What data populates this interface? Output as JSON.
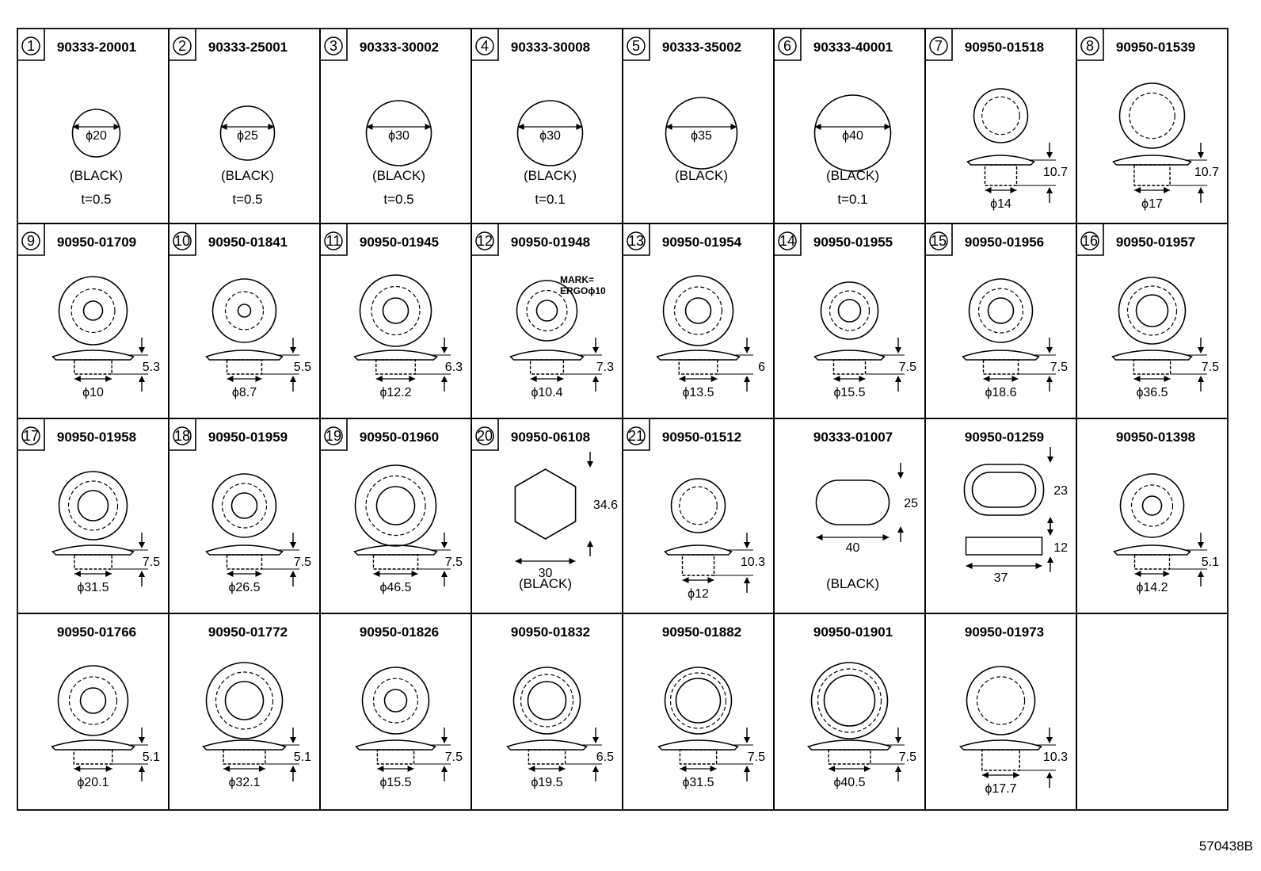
{
  "doc_code": "570438B",
  "cells": [
    {
      "index": "1",
      "part": "90333-20001",
      "shape": "disc",
      "r": 30,
      "dia": "ϕ20",
      "color": "(BLACK)",
      "thk": "t=0.5"
    },
    {
      "index": "2",
      "part": "90333-25001",
      "shape": "disc",
      "r": 34,
      "dia": "ϕ25",
      "color": "(BLACK)",
      "thk": "t=0.5"
    },
    {
      "index": "3",
      "part": "90333-30002",
      "shape": "disc",
      "r": 41,
      "dia": "ϕ30",
      "color": "(BLACK)",
      "thk": "t=0.5"
    },
    {
      "index": "4",
      "part": "90333-30008",
      "shape": "disc",
      "r": 41,
      "dia": "ϕ30",
      "color": "(BLACK)",
      "thk": "t=0.1"
    },
    {
      "index": "5",
      "part": "90333-35002",
      "shape": "disc",
      "r": 45,
      "dia": "ϕ35",
      "color": "(BLACK)",
      "thk": ""
    },
    {
      "index": "6",
      "part": "90333-40001",
      "shape": "disc",
      "r": 48,
      "dia": "ϕ40",
      "color": "(BLACK)",
      "thk": "t=0.1"
    },
    {
      "index": "7",
      "part": "90950-01518",
      "shape": "plug",
      "r": 34,
      "h": "10.7",
      "dia": "ϕ14"
    },
    {
      "index": "8",
      "part": "90950-01539",
      "shape": "plug",
      "r": 41,
      "h": "10.7",
      "dia": "ϕ17"
    },
    {
      "index": "9",
      "part": "90950-01709",
      "shape": "grommet",
      "r": 43,
      "inner": 12,
      "h": "5.3",
      "dia": "ϕ10"
    },
    {
      "index": "10",
      "part": "90950-01841",
      "shape": "grommet",
      "r": 40,
      "inner": 8,
      "h": "5.5",
      "dia": "ϕ8.7"
    },
    {
      "index": "11",
      "part": "90950-01945",
      "shape": "grommet",
      "r": 45,
      "inner": 16,
      "h": "6.3",
      "dia": "ϕ12.2"
    },
    {
      "index": "12",
      "part": "90950-01948",
      "shape": "grommet",
      "r": 38,
      "inner": 13,
      "h": "7.3",
      "dia": "ϕ10.4",
      "mark1": "MARK=",
      "mark2": "ERGOϕ10"
    },
    {
      "index": "13",
      "part": "90950-01954",
      "shape": "grommet",
      "r": 44,
      "inner": 16,
      "h": "6",
      "dia": "ϕ13.5"
    },
    {
      "index": "14",
      "part": "90950-01955",
      "shape": "grommet",
      "r": 36,
      "inner": 14,
      "h": "7.5",
      "dia": "ϕ15.5"
    },
    {
      "index": "15",
      "part": "90950-01956",
      "shape": "grommet",
      "r": 40,
      "inner": 16,
      "h": "7.5",
      "dia": "ϕ18.6"
    },
    {
      "index": "16",
      "part": "90950-01957",
      "shape": "grommet",
      "r": 42,
      "inner": 20,
      "h": "7.5",
      "dia": "ϕ36.5"
    },
    {
      "index": "17",
      "part": "90950-01958",
      "shape": "grommet",
      "r": 43,
      "inner": 19,
      "h": "7.5",
      "dia": "ϕ31.5"
    },
    {
      "index": "18",
      "part": "90950-01959",
      "shape": "grommet",
      "r": 40,
      "inner": 16,
      "h": "7.5",
      "dia": "ϕ26.5"
    },
    {
      "index": "19",
      "part": "90950-01960",
      "shape": "grommet",
      "r": 51,
      "inner": 24,
      "h": "7.5",
      "dia": "ϕ46.5"
    },
    {
      "index": "20",
      "part": "90950-06108",
      "shape": "hex",
      "w": "30",
      "hh": "34.6",
      "color": "(BLACK)"
    },
    {
      "index": "21",
      "part": "90950-01512",
      "shape": "plug",
      "r": 34,
      "h": "10.3",
      "dia": "ϕ12"
    },
    {
      "index": "",
      "part": "90333-01007",
      "shape": "oval",
      "w": "40",
      "hh": "25",
      "color": "(BLACK)"
    },
    {
      "index": "",
      "part": "90950-01259",
      "shape": "ovalgrommet",
      "w": "23",
      "hh": "12",
      "dia": "37"
    },
    {
      "index": "",
      "part": "90950-01398",
      "shape": "grommet",
      "r": 40,
      "inner": 12,
      "h": "5.1",
      "dia": "ϕ14.2"
    },
    {
      "index": "",
      "part": "90950-01766",
      "shape": "grommet",
      "r": 44,
      "inner": 16,
      "h": "5.1",
      "dia": "ϕ20.1"
    },
    {
      "index": "",
      "part": "90950-01772",
      "shape": "grommet",
      "r": 48,
      "inner": 24,
      "h": "5.1",
      "dia": "ϕ32.1"
    },
    {
      "index": "",
      "part": "90950-01826",
      "shape": "grommet",
      "r": 42,
      "inner": 14,
      "h": "7.5",
      "dia": "ϕ15.5"
    },
    {
      "index": "",
      "part": "90950-01832",
      "shape": "grommet",
      "r": 42,
      "inner": 24,
      "h": "6.5",
      "dia": "ϕ19.5"
    },
    {
      "index": "",
      "part": "90950-01882",
      "shape": "grommet",
      "r": 42,
      "inner": 28,
      "h": "7.5",
      "dia": "ϕ31.5"
    },
    {
      "index": "",
      "part": "90950-01901",
      "shape": "grommet",
      "r": 48,
      "inner": 32,
      "h": "7.5",
      "dia": "ϕ40.5"
    },
    {
      "index": "",
      "part": "90950-01973",
      "shape": "plug",
      "r": 43,
      "h": "10.3",
      "dia": "ϕ17.7"
    },
    {
      "index": "",
      "part": "",
      "shape": "empty"
    }
  ]
}
